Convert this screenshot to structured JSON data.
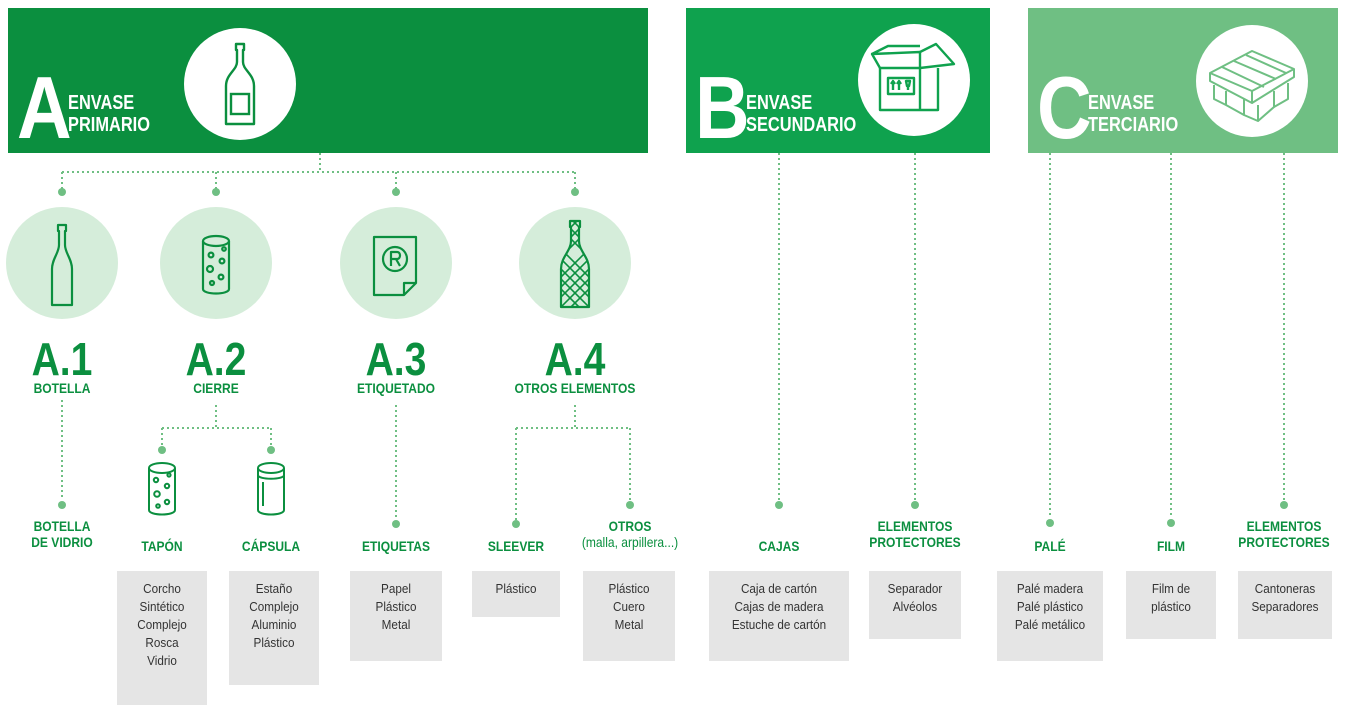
{
  "headers": {
    "a": {
      "letter": "A",
      "line1": "ENVASE",
      "line2": "PRIMARIO",
      "icon": "wine-bottle-icon"
    },
    "b": {
      "letter": "B",
      "line1": "ENVASE",
      "line2": "SECUNDARIO",
      "icon": "box-icon"
    },
    "c": {
      "letter": "C",
      "line1": "ENVASE",
      "line2": "TERCIARIO",
      "icon": "pallet-icon"
    }
  },
  "subcategories": {
    "a1": {
      "code": "A.1",
      "label": "BOTELLA",
      "icon": "bottle-icon"
    },
    "a2": {
      "code": "A.2",
      "label": "CIERRE",
      "icon": "cork-icon"
    },
    "a3": {
      "code": "A.3",
      "label": "ETIQUETADO",
      "icon": "label-icon"
    },
    "a4": {
      "code": "A.4",
      "label": "OTROS ELEMENTOS",
      "icon": "mesh-bottle-icon"
    }
  },
  "leaves": {
    "botella": {
      "line1": "BOTELLA",
      "line2": "DE VIDRIO"
    },
    "tapon": {
      "title": "TAPÓN",
      "items": [
        "Corcho",
        "Sintético",
        "Complejo",
        "Rosca",
        "Vidrio"
      ],
      "icon": "cork-icon"
    },
    "capsula": {
      "title": "CÁPSULA",
      "items": [
        "Estaño",
        "Complejo",
        "Aluminio",
        "Plástico"
      ],
      "icon": "capsule-icon"
    },
    "etiquetas": {
      "title": "ETIQUETAS",
      "items": [
        "Papel",
        "Plástico",
        "Metal"
      ]
    },
    "sleever": {
      "title": "SLEEVER",
      "items": [
        "Plástico"
      ]
    },
    "otros": {
      "title": "OTROS",
      "subtitle": "(malla, arpillera...)",
      "items": [
        "Plástico",
        "Cuero",
        "Metal"
      ]
    },
    "cajas": {
      "title": "CAJAS",
      "items": [
        "Caja de cartón",
        "Cajas de madera",
        "Estuche de cartón"
      ]
    },
    "protectores_b": {
      "line1": "ELEMENTOS",
      "line2": "PROTECTORES",
      "items": [
        "Separador",
        "Alvéolos"
      ]
    },
    "pale": {
      "title": "PALÉ",
      "items": [
        "Palé madera",
        "Palé plástico",
        "Palé metálico"
      ]
    },
    "film": {
      "title": "FILM",
      "items": [
        "Film de",
        "plástico"
      ]
    },
    "protectores_c": {
      "line1": "ELEMENTOS",
      "line2": "PROTECTORES",
      "items": [
        "Cantoneras",
        "Separadores"
      ]
    }
  },
  "colors": {
    "dark_green": "#0b8f3f",
    "mid_green": "#0fa24e",
    "light_green": "#6fbf83",
    "pale_green": "#d5edda",
    "box_gray": "#e5e5e5"
  }
}
